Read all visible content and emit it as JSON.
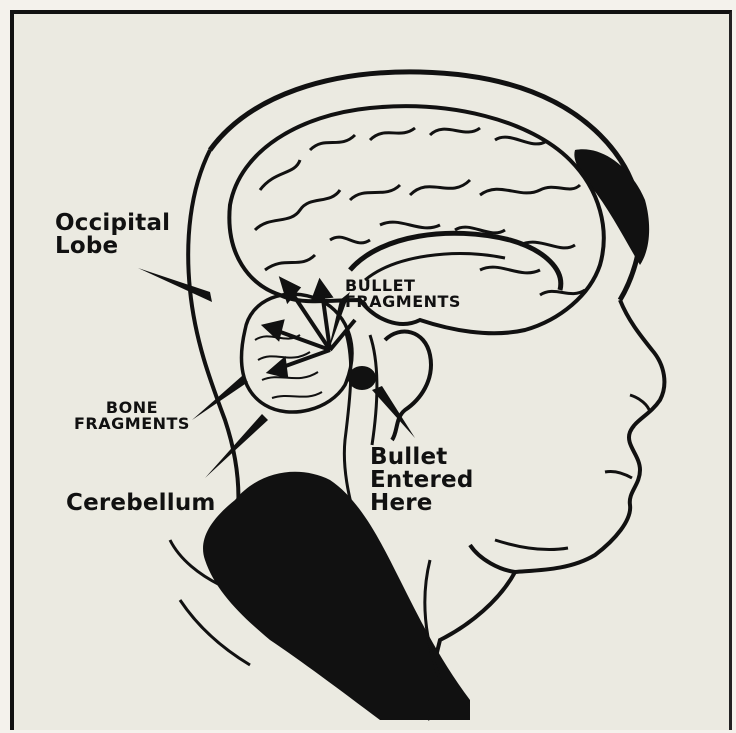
{
  "diagram": {
    "labels": {
      "occipital_lobe": [
        "Occipital",
        "Lobe"
      ],
      "bullet_fragments": [
        "BULLET",
        "FRAGMENTS"
      ],
      "bone_fragments": [
        "BONE",
        "FRAGMENTS"
      ],
      "bullet_entered": [
        "Bullet",
        "Entered",
        "Here"
      ],
      "cerebellum": "Cerebellum"
    },
    "colors": {
      "ink": "#111111",
      "paper": "#ebeae1"
    }
  }
}
